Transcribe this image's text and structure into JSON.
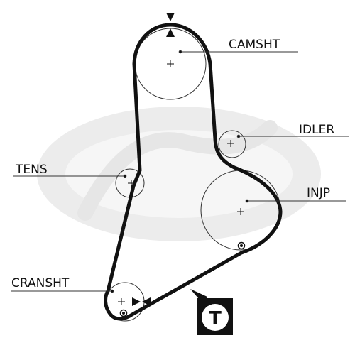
{
  "labels": {
    "camshaft": "CAMSHT",
    "idler": "IDLER",
    "tensioner": "TENS",
    "injection_pump": "INJP",
    "crankshaft": "CRANSHT"
  },
  "tension_symbol": "T",
  "colors": {
    "belt": "#111111",
    "pulley_outline": "#333333",
    "leader": "#333333",
    "watermark": "#ebebeb"
  },
  "icons": {
    "timing_marks": "triangle-pair-icon",
    "reference_marks": "circle-dot-icon",
    "tension_label": "boxed-T-icon"
  }
}
